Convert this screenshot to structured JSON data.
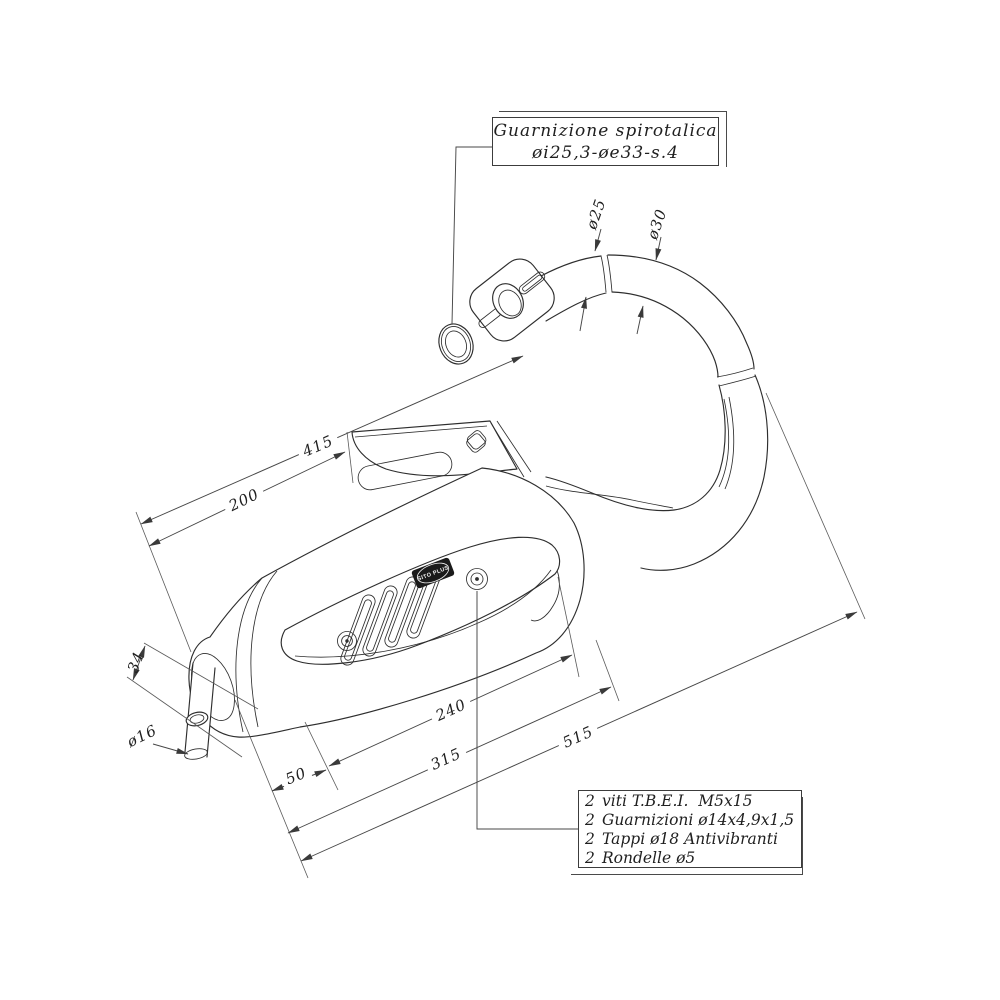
{
  "callout_gasket": {
    "line1": "Guarnizione spirotalica",
    "line2": "øi25,3-øe33-s.4"
  },
  "parts_list": {
    "rows": [
      {
        "qty": "2",
        "desc": "viti T.B.E.I.  M5x15"
      },
      {
        "qty": "2",
        "desc": "Guarnizioni ø14x4,9x1,5"
      },
      {
        "qty": "2",
        "desc": "Tappi ø18 Antivibranti"
      },
      {
        "qty": "2",
        "desc": "Rondelle ø5"
      }
    ]
  },
  "dimensions": {
    "d415": "415",
    "d200": "200",
    "d50": "50",
    "d240": "240",
    "d315": "315",
    "d515": "515",
    "d34": "34",
    "d16": "ø16",
    "d25": "ø25",
    "d30": "ø30"
  },
  "badge": {
    "text": "SITO PLUS"
  },
  "colors": {
    "line": "#2e2e2e",
    "dimension_line": "#474747",
    "background": "#ffffff",
    "badge_fill": "#1b1b1b"
  }
}
